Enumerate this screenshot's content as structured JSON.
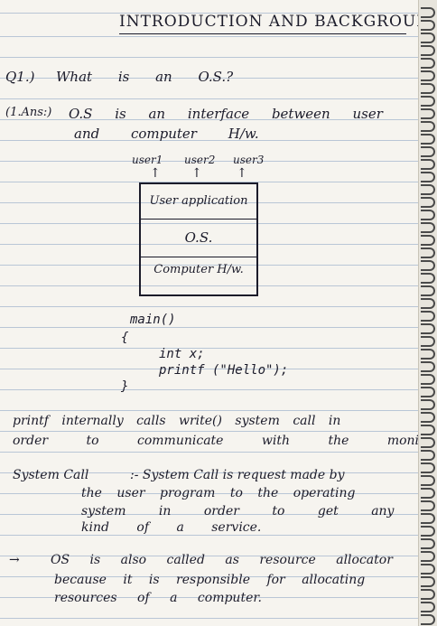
{
  "heading": {
    "title": "INTRODUCTION AND BACKGROUND"
  },
  "q1": {
    "label": "Q1.)",
    "text": "What is an O.S.?"
  },
  "a1": {
    "label": "(1.Ans:)",
    "line1": "O.S is an interface between user",
    "line2": "and computer H/w."
  },
  "diagram": {
    "users": [
      "user1",
      "user2",
      "user3"
    ],
    "layers": [
      "User application",
      "O.S.",
      "Computer H/w."
    ]
  },
  "code": {
    "lines": [
      "main()",
      "{",
      "int x;",
      "printf (\"Hello\");",
      "}"
    ]
  },
  "notes": {
    "printf_line1": "printf internally calls write() system call in",
    "printf_line2": "order to communicate with the monitor.",
    "syscall_label": "System Call",
    "syscall_line1": ":- System Call is request made by",
    "syscall_line2": "the user program to the operating",
    "syscall_line3": "system in order to get any",
    "syscall_line4": "kind of a service.",
    "os_arrow": "→",
    "os_line1": "OS is also called as resource allocator",
    "os_line2": "because it is responsible for allocating",
    "os_line3": "resources of a computer."
  }
}
